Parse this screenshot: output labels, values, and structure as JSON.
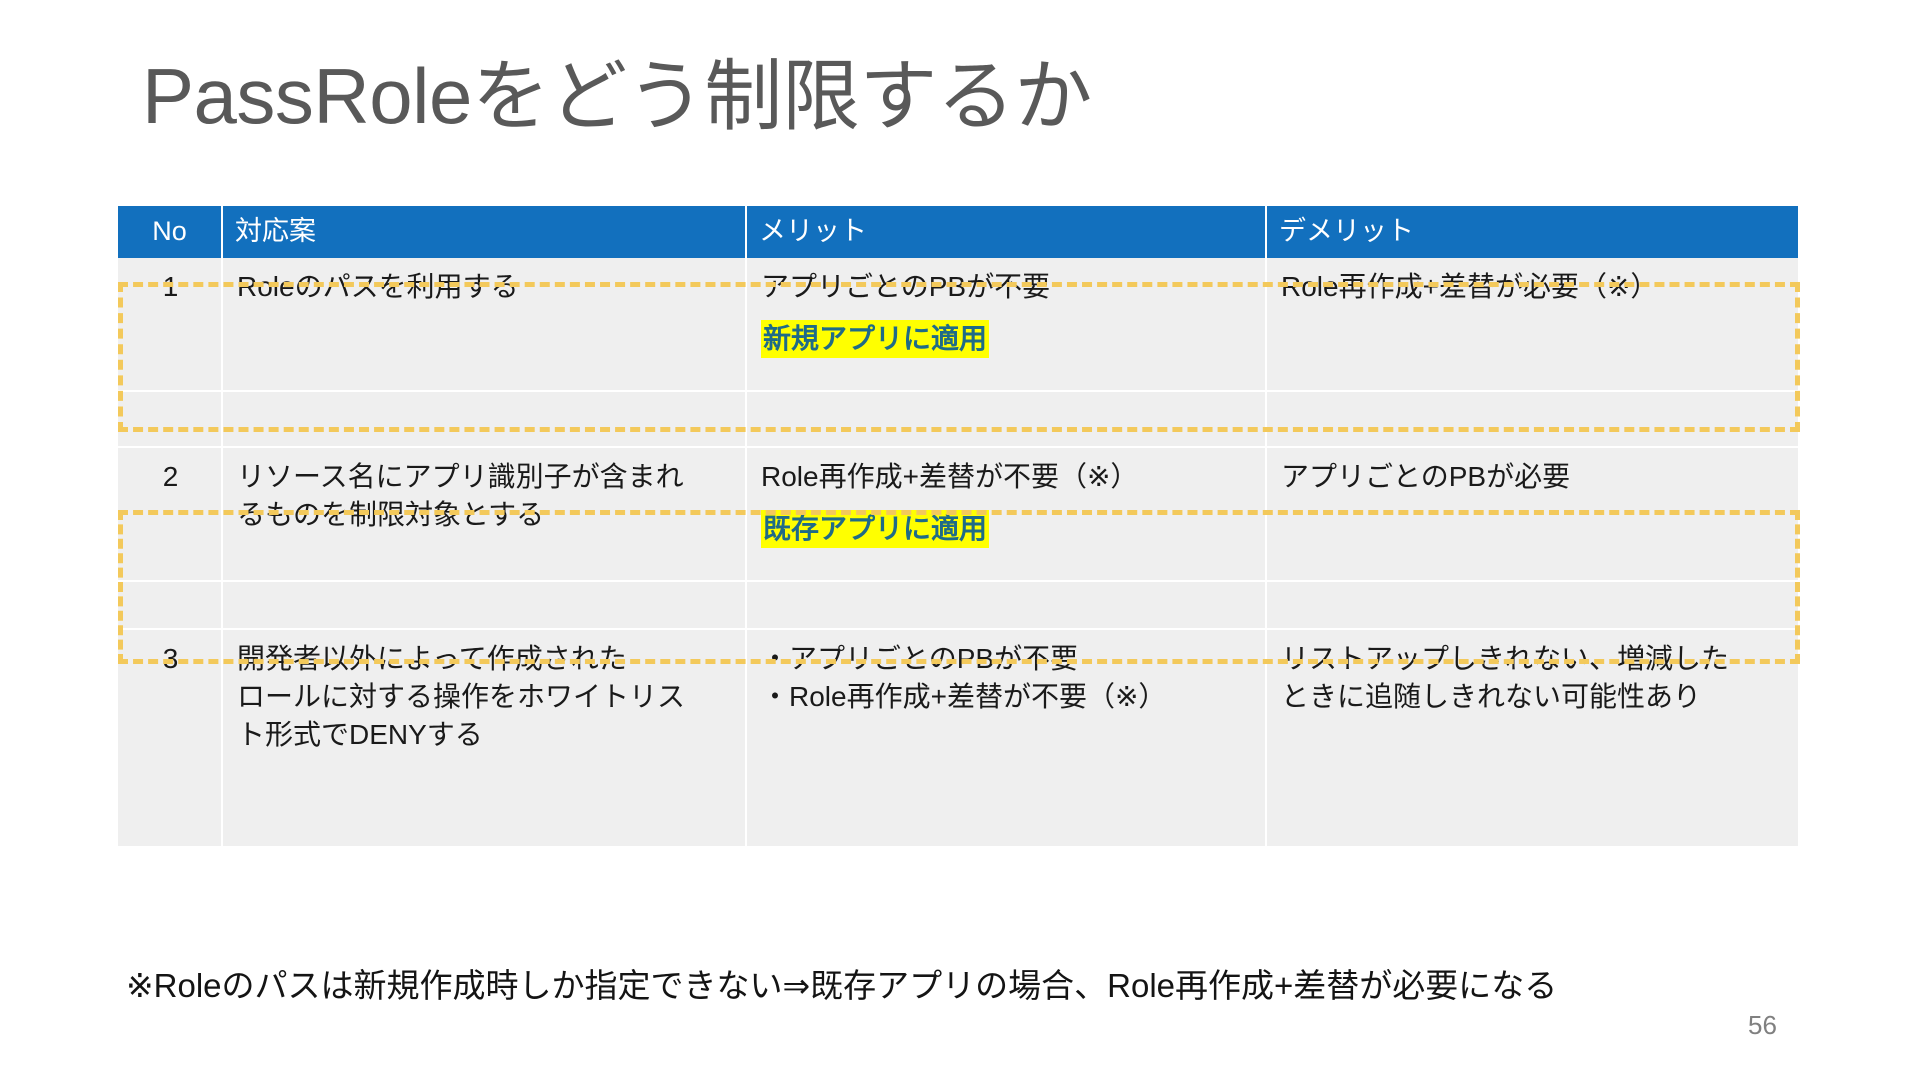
{
  "slide": {
    "title": "PassRoleをどう制限するか",
    "page_number": "56",
    "footnote": "※Roleのパスは新規作成時しか指定できない⇒既存アプリの場合、Role再作成+差替が必要になる",
    "accent_colors": {
      "header_blue": "#1270BE",
      "cell_gray": "#EFEFEF",
      "dash_border_yellow": "#F3C95B",
      "highlight_yellow": "#FFFF00",
      "highlight_text_teal": "#1F6B87",
      "title_gray": "#595959",
      "page_number_gray": "#808080"
    }
  },
  "table": {
    "headers": {
      "no": "No",
      "plan": "対応案",
      "merit": "メリット",
      "demerit": "デメリット"
    },
    "rows": [
      {
        "no": "1",
        "plan": "Roleのパスを利用する",
        "merit": "アプリごとのPBが不要",
        "merit_highlight": "新規アプリに適用",
        "demerit": "Role再作成+差替が必要（※）",
        "emphasized": true
      },
      {
        "no": "2",
        "plan": "リソース名にアプリ識別子が含まれ\nるものを制限対象とする",
        "merit": "Role再作成+差替が不要（※）",
        "merit_highlight": "既存アプリに適用",
        "demerit": "アプリごとのPBが必要",
        "emphasized": true
      },
      {
        "no": "3",
        "plan": "開発者以外によって作成された\nロールに対する操作をホワイトリス\nト形式でDENYする",
        "merit": "・アプリごとのPBが不要\n・Role再作成+差替が不要（※）",
        "merit_highlight": "",
        "demerit": "リストアップしきれない、増減した\nときに追随しきれない可能性あり",
        "emphasized": false
      }
    ]
  }
}
